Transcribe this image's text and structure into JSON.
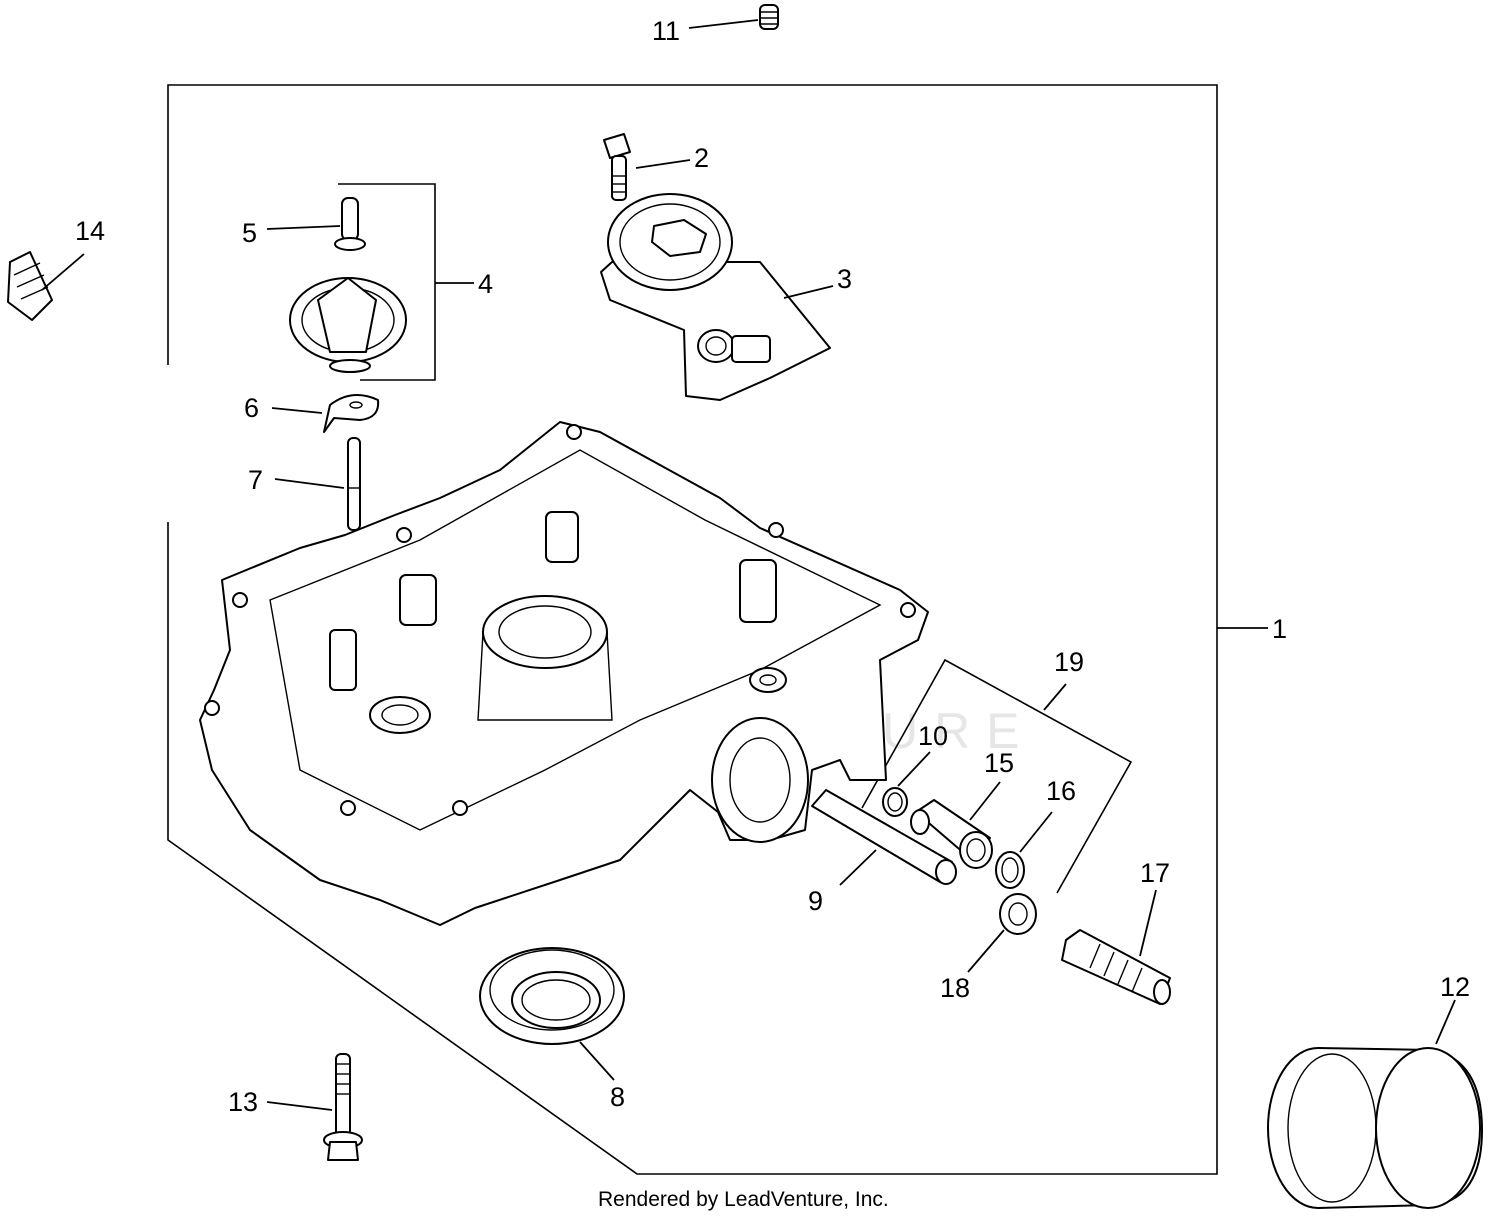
{
  "diagram": {
    "callouts": [
      {
        "id": "1",
        "label": "1"
      },
      {
        "id": "2",
        "label": "2"
      },
      {
        "id": "3",
        "label": "3"
      },
      {
        "id": "4",
        "label": "4"
      },
      {
        "id": "5",
        "label": "5"
      },
      {
        "id": "6",
        "label": "6"
      },
      {
        "id": "7",
        "label": "7"
      },
      {
        "id": "8",
        "label": "8"
      },
      {
        "id": "9",
        "label": "9"
      },
      {
        "id": "10",
        "label": "10"
      },
      {
        "id": "11",
        "label": "11"
      },
      {
        "id": "12",
        "label": "12"
      },
      {
        "id": "13",
        "label": "13"
      },
      {
        "id": "14",
        "label": "14"
      },
      {
        "id": "15",
        "label": "15"
      },
      {
        "id": "16",
        "label": "16"
      },
      {
        "id": "17",
        "label": "17"
      },
      {
        "id": "18",
        "label": "18"
      },
      {
        "id": "19",
        "label": "19"
      }
    ],
    "watermark": "LEADVENTURE",
    "credit": "Rendered by LeadVenture, Inc."
  }
}
